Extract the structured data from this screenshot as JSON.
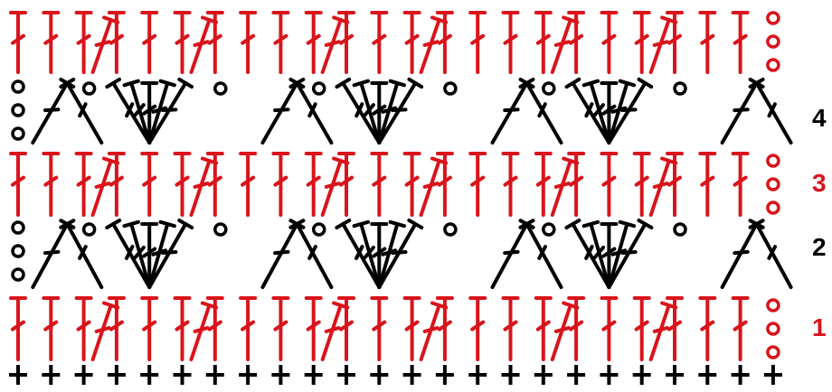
{
  "diagram": {
    "colors": {
      "red": "#d9141b",
      "black": "#000000"
    },
    "row_labels": [
      {
        "text": "1",
        "color": "red"
      },
      {
        "text": "2",
        "color": "black"
      },
      {
        "text": "3",
        "color": "red"
      },
      {
        "text": "4",
        "color": "black"
      }
    ],
    "foundation": {
      "symbol": "single-crochet-plus",
      "count": 24
    },
    "rows": [
      {
        "row": "1",
        "color": "red",
        "stitch": "double-crochet",
        "turning_chain": 3
      },
      {
        "row": "2",
        "color": "black",
        "stitch": "fan-and-v",
        "turning_chain": 3
      },
      {
        "row": "3",
        "color": "red",
        "stitch": "double-crochet",
        "turning_chain": 3
      },
      {
        "row": "4",
        "color": "black",
        "stitch": "fan-and-v",
        "turning_chain": 3
      }
    ],
    "icons": [
      "chain-circle-icon",
      "double-crochet-icon",
      "single-crochet-plus-icon"
    ]
  }
}
